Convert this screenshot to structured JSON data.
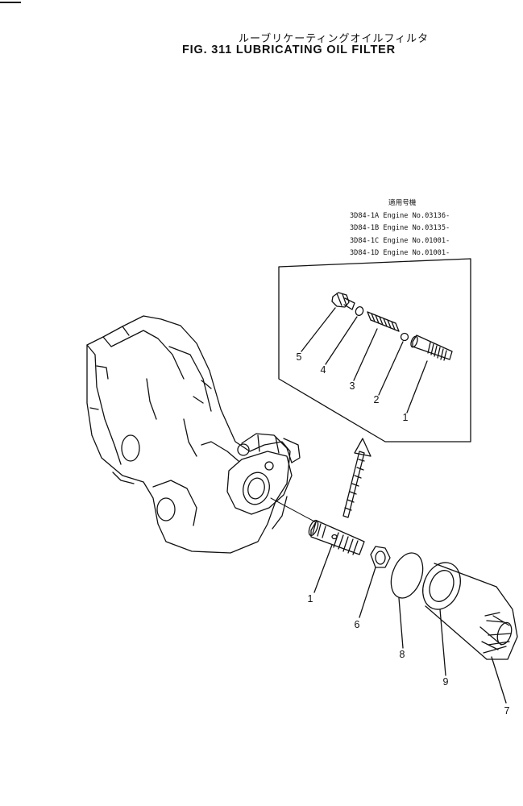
{
  "header": {
    "title_jp": "ルーブリケーティングオイルフィルタ",
    "title_en": "FIG. 311  LUBRICATING OIL FILTER"
  },
  "applicability": {
    "heading": "適用号機",
    "rows": [
      "3D84-1A Engine No.03136-",
      "3D84-1B Engine No.03135-",
      "3D84-1C Engine No.01001-",
      "3D84-1D Engine No.01001-"
    ]
  },
  "callouts": {
    "inset_5": "5",
    "inset_4": "4",
    "inset_3": "3",
    "inset_2": "2",
    "inset_1": "1",
    "main_1": "1",
    "main_6": "6",
    "main_8": "8",
    "main_9": "9",
    "main_7": "7"
  },
  "colors": {
    "ink": "#111111",
    "paper": "#ffffff"
  }
}
